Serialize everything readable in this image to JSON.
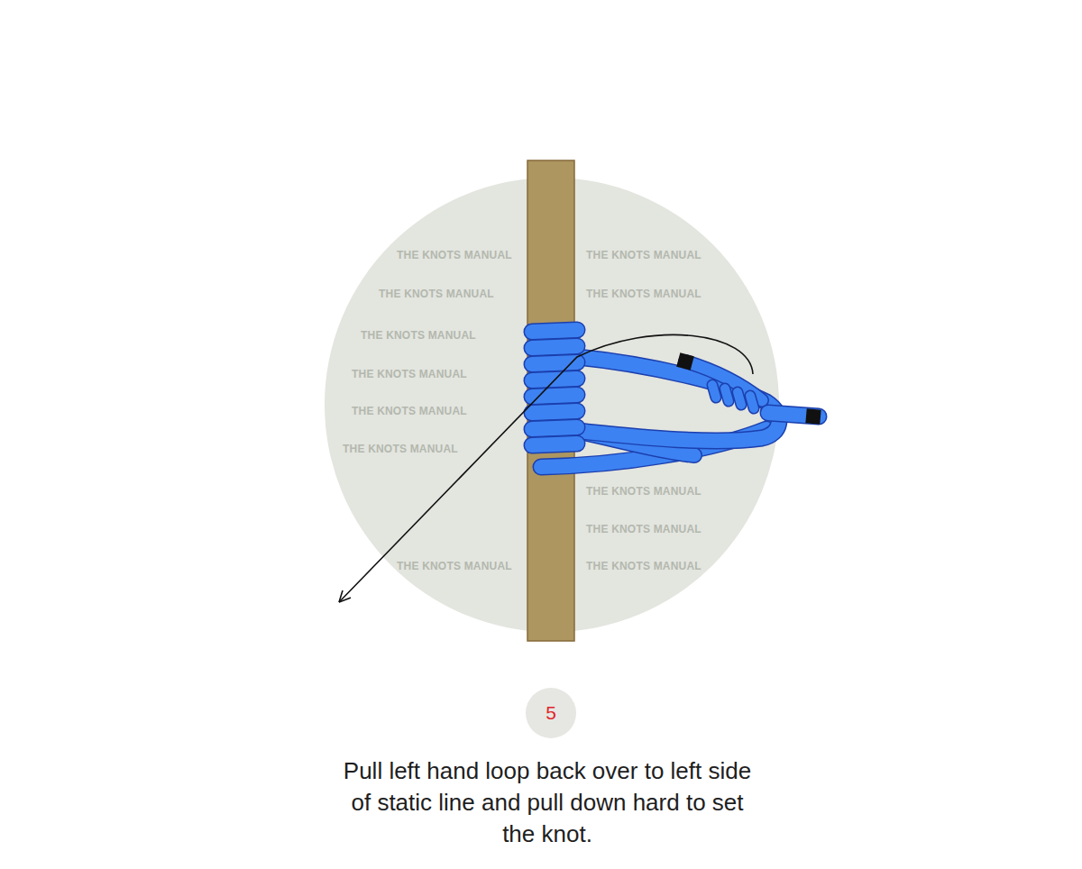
{
  "diagram": {
    "caption": "Pull left hand loop back over to left side of static line and pull down hard to set the knot.",
    "nodes": [
      {
        "text": [
          "5"
        ]
      }
    ],
    "labels": [
      "THE KNOTS MANUAL",
      "THE KNOTS MANUAL",
      "THE KNOTS MANUAL",
      "THE KNOTS MANUAL",
      "THE KNOTS MANUAL",
      "THE KNOTS MANUAL",
      "THE KNOTS MANUAL",
      "THE KNOTS MANUAL",
      "THE KNOTS MANUAL",
      "THE KNOTS MANUAL",
      "THE KNOTS MANUAL",
      "THE KNOTS MANUAL"
    ]
  }
}
